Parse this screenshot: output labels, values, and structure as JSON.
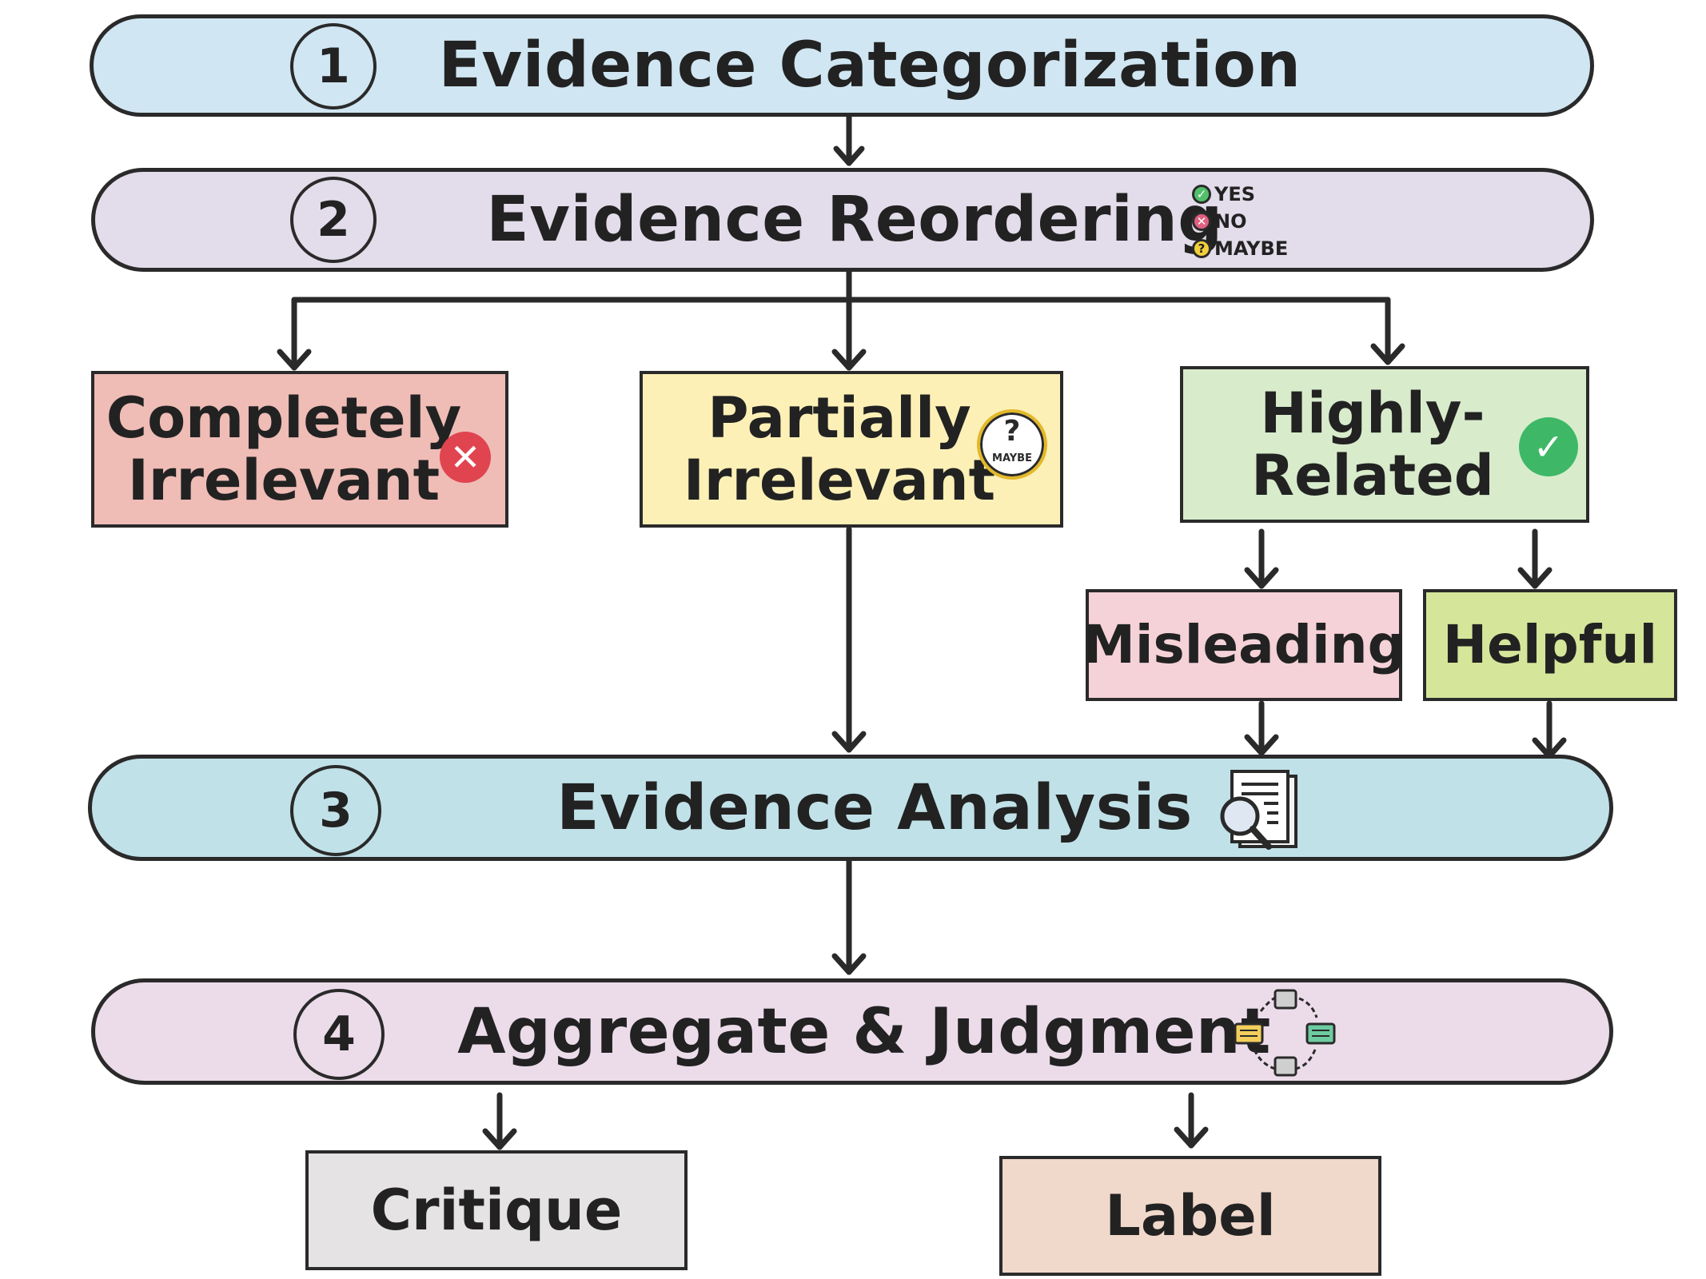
{
  "steps": [
    {
      "number": "1",
      "title": "Evidence Categorization"
    },
    {
      "number": "2",
      "title": "Evidence Reordering"
    },
    {
      "number": "3",
      "title": "Evidence Analysis"
    },
    {
      "number": "4",
      "title": "Aggregate & Judgment"
    }
  ],
  "legend": {
    "yes": "YES",
    "no": "NO",
    "maybe": "MAYBE"
  },
  "categories": {
    "completely_line1": "Completely",
    "completely_line2": "Irrelevant",
    "partially_line1": "Partially",
    "partially_line2": "Irrelevant",
    "highly_line1": "Highly-",
    "highly_line2": "Related"
  },
  "maybe_badge": "MAYBE",
  "subcategories": {
    "misleading": "Misleading",
    "helpful": "Helpful"
  },
  "outputs": {
    "critique": "Critique",
    "label": "Label"
  },
  "icons": {
    "no": "x-circle-icon",
    "maybe": "question-maybe-icon",
    "yes": "check-circle-icon",
    "analysis": "document-magnifier-icon",
    "judgment": "feedback-cycle-icon"
  },
  "colors": {
    "step1": "#d0e6f2",
    "step2": "#e3dcea",
    "step3": "#c0e1e8",
    "step4": "#ecdcea",
    "completely": "#efbcb6",
    "partially": "#fcf0b6",
    "highly": "#d8eccc",
    "misleading": "#f5d2d8",
    "helpful": "#d5e69a",
    "critique": "#e6e3e4",
    "label": "#f0d8cb"
  }
}
